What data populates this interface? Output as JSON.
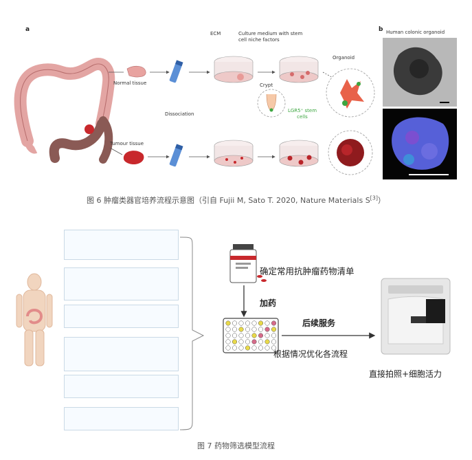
{
  "figure6": {
    "panel_a_label": "a",
    "panel_b_label": "b",
    "labels": {
      "ecm": "ECM",
      "culture_medium": "Culture medium with stem cell niche factors",
      "organoid": "Organoid",
      "normal_tissue": "Normal tissue",
      "crypt": "Crypt",
      "dissociation": "Dissociation",
      "lgr5": "LGR5⁺ stem cells",
      "tumour_tissue": "Tumour tissue",
      "human_colonic_organoid": "Human colonic organoid"
    },
    "caption": "图 6 肿瘤类器官培养流程示意图（引自 Fujii M, Sato T. 2020, Nature Materials S",
    "caption_ref": "[3]",
    "caption_end": "）"
  },
  "figure7": {
    "drug_list_label": "确定常用抗肿瘤药物清单",
    "add_drug": "加药",
    "follow_up": "后续服务",
    "optimize": "根据情况优化各流程",
    "imaging": "直接拍照+细胞活力",
    "caption": "图 7 药物筛选模型流程"
  },
  "colors": {
    "tissue": "#e8a3a0",
    "tumour": "#c8282c",
    "dish": "#f2e6e6",
    "tube_blue": "#5b8fd6",
    "plate_border": "#444444",
    "panel_border": "#c9d9e6",
    "caption_gray": "#555555"
  }
}
